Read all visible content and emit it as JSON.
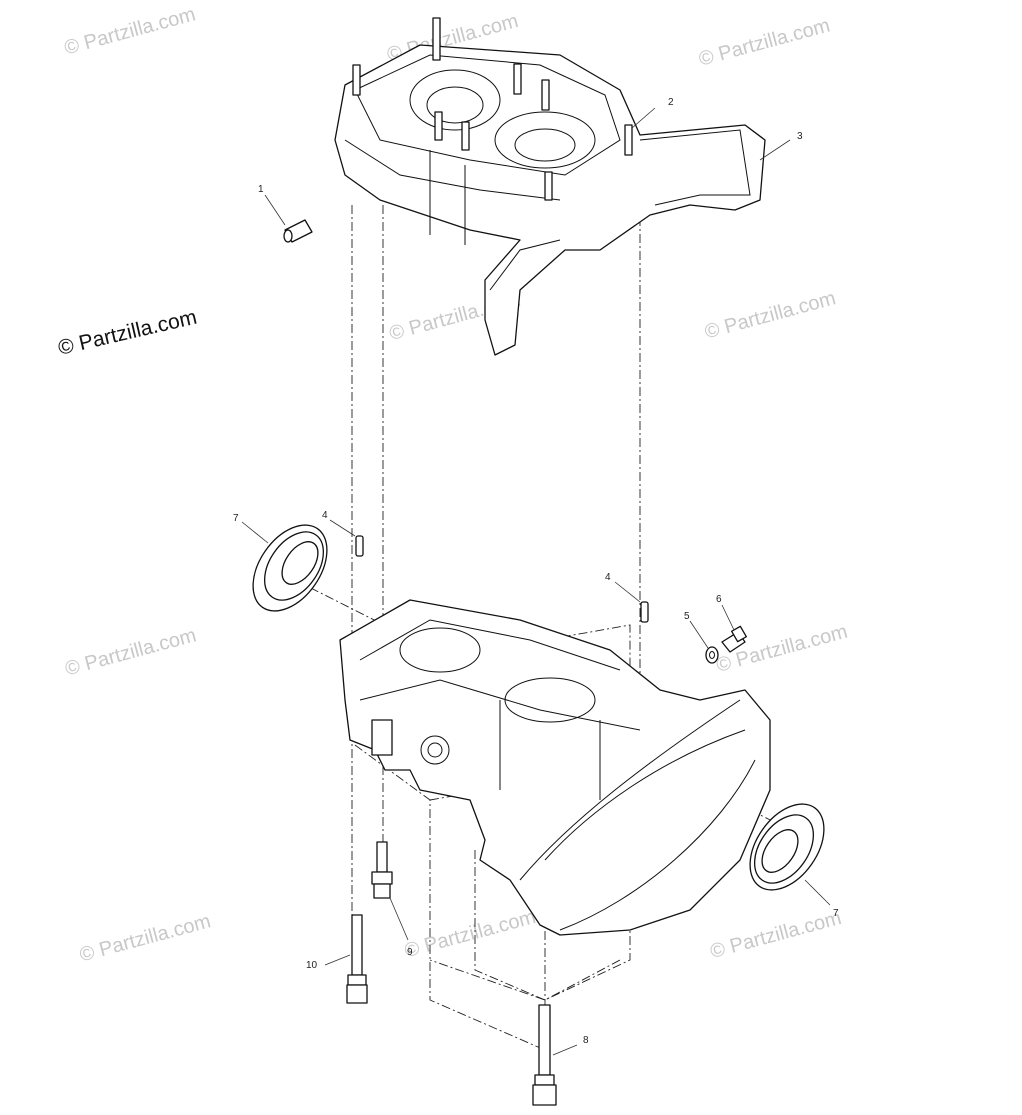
{
  "watermark": {
    "main_text": "© Partzilla.com",
    "faint_text": "© Partzilla.com"
  },
  "callouts": {
    "c1": "1",
    "c2": "2",
    "c3": "3",
    "c4a": "4",
    "c4b": "4",
    "c5": "5",
    "c6": "6",
    "c7a": "7",
    "c7b": "7",
    "c8": "8",
    "c9": "9",
    "c10": "10"
  },
  "colors": {
    "line": "#111111",
    "watermark_faint": "#c8c8c8",
    "background": "#ffffff"
  }
}
